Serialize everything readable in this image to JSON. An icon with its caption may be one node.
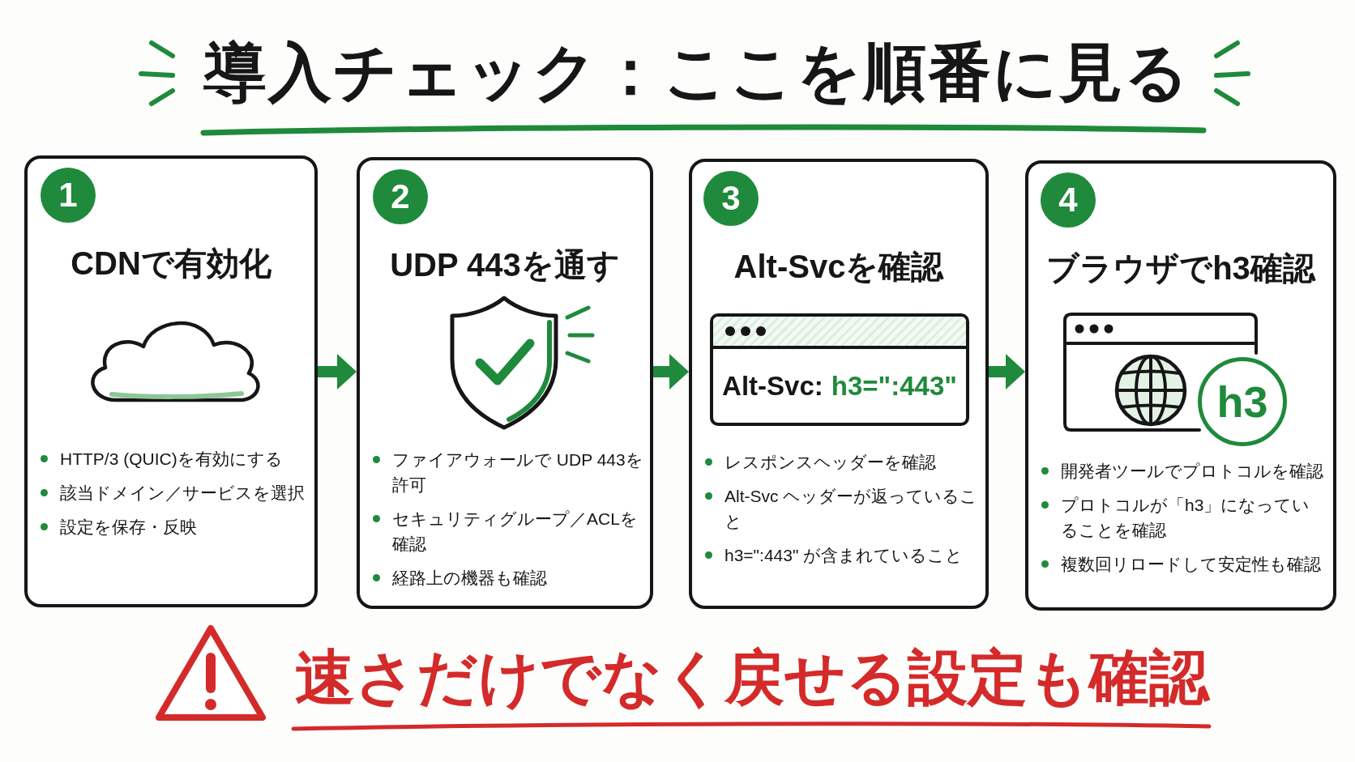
{
  "diagram": {
    "title": "導入チェック：ここを順番に見る",
    "nodes": [
      {
        "text": [
          "CDNで有効化",
          "HTTP/3 (QUIC)を有効にする",
          "該当ドメイン／サービスを選択",
          "設定を保存・反映"
        ]
      },
      {
        "text": [
          "1"
        ],
        "in": 0
      },
      {
        "text": [
          "UDP 443を通す",
          "ファイアウォールで UDP 443を許可",
          "セキュリティグループ／ACLを確認",
          "経路上の機器も確認"
        ]
      },
      {
        "text": [
          "2"
        ],
        "in": 2
      },
      {
        "text": [
          "Alt-Svcを確認",
          "レスポンスヘッダーを確認",
          "Alt-Svc ヘッダーが返っていること",
          "h3=\":443\" が含まれていること"
        ]
      },
      {
        "text": [
          "3"
        ],
        "in": 4
      },
      {
        "text": [
          "Alt-Svc:",
          "h3=\":443\""
        ],
        "in": 4
      },
      {
        "text": [
          "ブラウザでh3確認",
          "開発者ツールでプロトコルを確認",
          "プロトコルが「h3」になっていることを確認",
          "複数回リロードして安定性も確認"
        ]
      },
      {
        "text": [
          "4"
        ],
        "in": 7
      },
      {
        "text": [
          "h3"
        ],
        "in": 7
      }
    ],
    "edges": [
      {
        "from": 0,
        "to": 2,
        "arrow": "to"
      },
      {
        "from": 2,
        "to": 4,
        "arrow": "to"
      },
      {
        "from": 4,
        "to": 7,
        "arrow": "to"
      }
    ],
    "labels": [
      "速さだけでなく戻せる設定も確認"
    ]
  }
}
